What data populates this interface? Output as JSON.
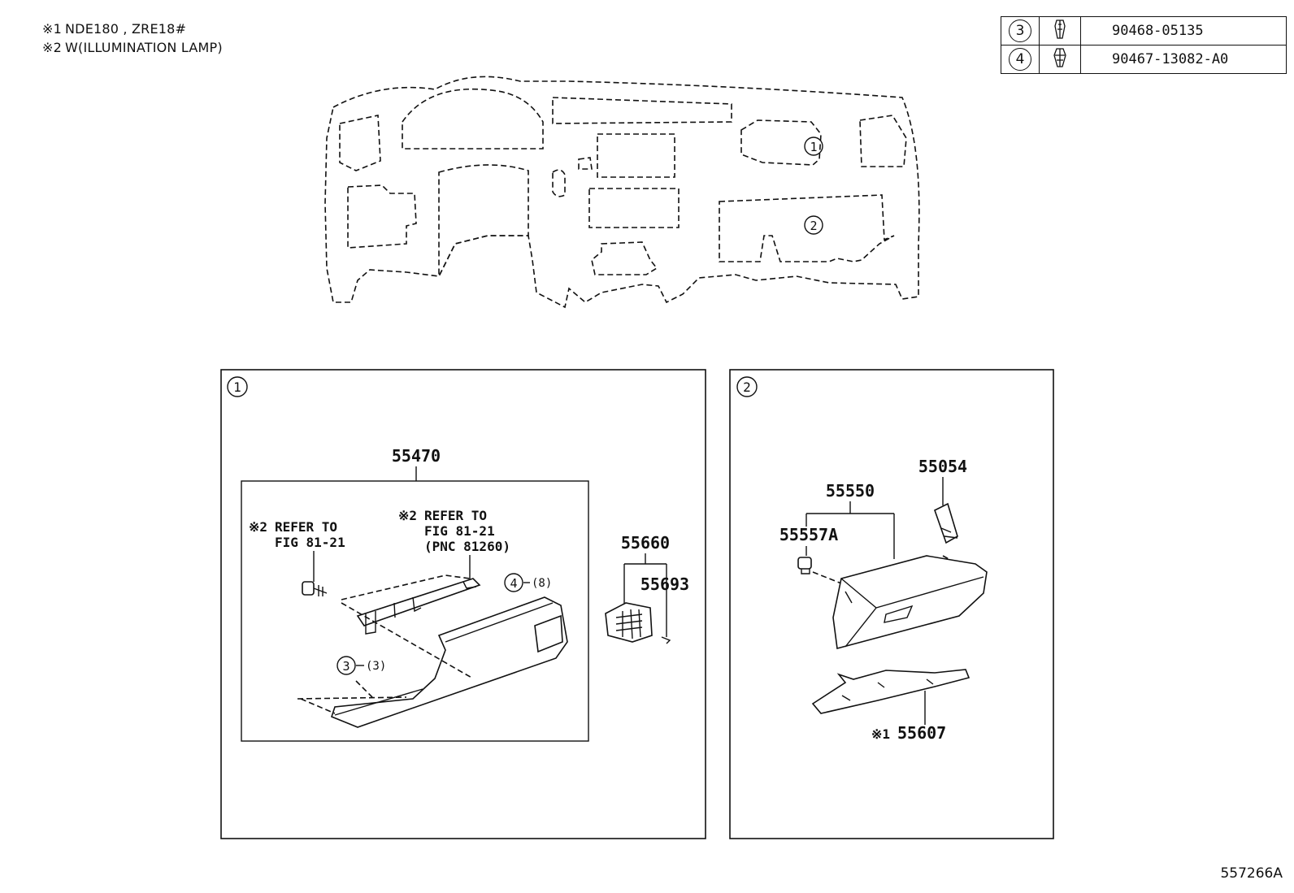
{
  "notes": [
    {
      "mark": "※1",
      "text": "NDE180 , ZRE18#"
    },
    {
      "mark": "※2",
      "text": "W(ILLUMINATION LAMP)"
    }
  ],
  "fastener_table": [
    {
      "ref": "3",
      "icon": "clip-icon",
      "part_no": "90468-05135"
    },
    {
      "ref": "4",
      "icon": "clip-icon",
      "part_no": "90467-13082-A0"
    }
  ],
  "overview": {
    "callout_1": "1",
    "callout_2": "2"
  },
  "panel_1": {
    "callout": "1",
    "part_55470": "55470",
    "refer_a": {
      "mark": "※2",
      "line1": "REFER TO",
      "line2": "FIG 81-21"
    },
    "refer_b": {
      "mark": "※2",
      "line1": "REFER TO",
      "line2": "FIG 81-21",
      "line3": "(PNC 81260)"
    },
    "clip4": {
      "ref": "4",
      "qty": "(8)"
    },
    "clip3": {
      "ref": "3",
      "qty": "(3)"
    },
    "part_55660": "55660",
    "part_55693": "55693"
  },
  "panel_2": {
    "callout": "2",
    "part_55054": "55054",
    "part_55550": "55550",
    "part_55557A": "55557A",
    "part_55607": {
      "mark": "※1",
      "number": "55607"
    }
  },
  "figure_code": "557266A"
}
